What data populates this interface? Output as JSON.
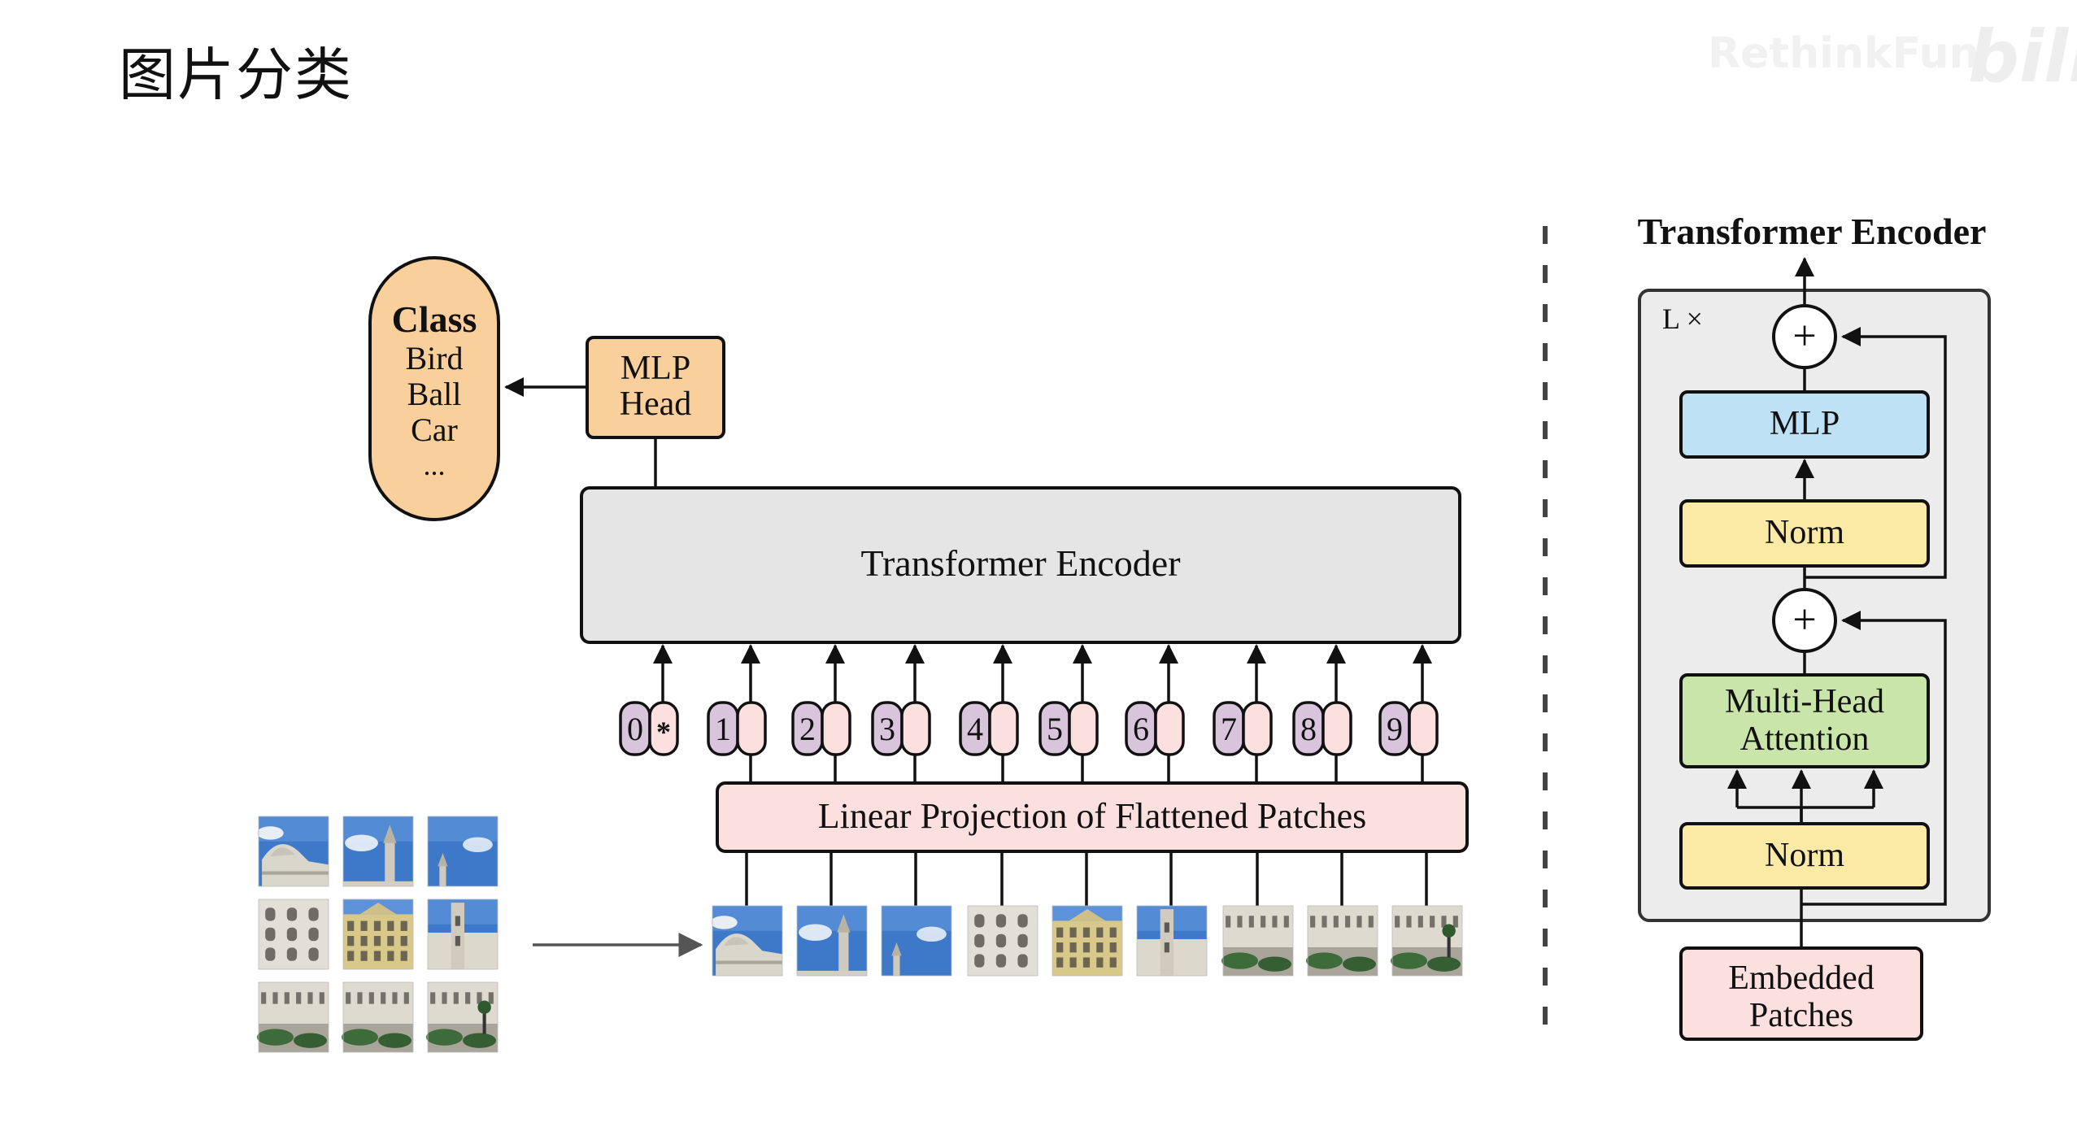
{
  "slide": {
    "title": "图片分类"
  },
  "watermark": {
    "text": "RethinkFun",
    "logo": "bili"
  },
  "vit": {
    "class_box": {
      "title": "Class",
      "items": [
        "Bird",
        "Ball",
        "Car",
        "..."
      ]
    },
    "mlp_head": {
      "line1": "MLP",
      "line2": "Head"
    },
    "encoder_label": "Transformer Encoder",
    "projection_label": "Linear Projection of Flattened Patches",
    "position_labels": [
      "0",
      "1",
      "2",
      "3",
      "4",
      "5",
      "6",
      "7",
      "8",
      "9"
    ],
    "cls_token_symbol": "*"
  },
  "encoder_detail": {
    "title": "Transformer Encoder",
    "repeat_label": "L ×",
    "mlp_label": "MLP",
    "norm_top_label": "Norm",
    "attention_line1": "Multi-Head",
    "attention_line2": "Attention",
    "norm_bottom_label": "Norm",
    "embedded_line1": "Embedded",
    "embedded_line2": "Patches",
    "plus_symbol": "+"
  },
  "colors": {
    "class_fill": "#f9cf9b",
    "mlp_head_fill": "#f9cf9b",
    "encoder_fill": "#e5e5e5",
    "projection_fill": "#fbe0df",
    "pos_fill": "#d8c4db",
    "token_fill": "#fbe0df",
    "mlp_fill": "#bfe1f5",
    "norm_fill": "#fbeaa5",
    "attention_fill": "#c9e5a9",
    "embedded_fill": "#fbe0df",
    "encoder_block_fill": "#ececec",
    "sky": "#3d78c9",
    "building": "#d9d6cb"
  }
}
